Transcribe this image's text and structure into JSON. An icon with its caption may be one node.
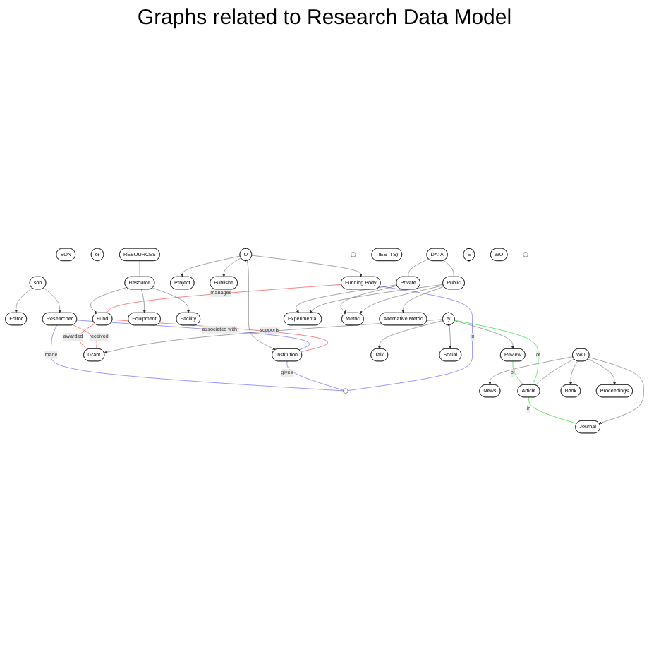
{
  "diagram": {
    "title": "Graphs related to Research Data Model",
    "nodes": [
      {
        "text": [
          "SON"
        ]
      },
      {
        "text": [
          "son"
        ]
      },
      {
        "text": [
          "Editor"
        ]
      },
      {
        "text": [
          "Researcher"
        ]
      },
      {
        "text": [
          "or"
        ]
      },
      {
        "text": [
          "RESOURCES"
        ]
      },
      {
        "text": [
          "Resource"
        ]
      },
      {
        "text": [
          "Fund"
        ]
      },
      {
        "text": [
          "Equipment"
        ]
      },
      {
        "text": [
          "Facility"
        ]
      },
      {
        "text": [
          "O"
        ]
      },
      {
        "text": [
          "Institution"
        ]
      },
      {
        "text": [
          "Project"
        ]
      },
      {
        "text": [
          "Publishe"
        ]
      },
      {
        "text": [
          "Funding Body"
        ]
      },
      {
        "text": [],
        "shape": "circle"
      },
      {
        "text": [
          "Grant"
        ]
      },
      {
        "text": [
          "Review"
        ]
      },
      {
        "text": [
          "Talk"
        ]
      },
      {
        "text": [
          "Social"
        ]
      },
      {
        "text": [
          "ty"
        ]
      },
      {
        "text": [
          "TIES ITS)"
        ]
      },
      {
        "text": [],
        "shape": "circle"
      },
      {
        "text": [
          "Experimental"
        ]
      },
      {
        "text": [
          "Metric"
        ]
      },
      {
        "text": [
          "Alternative Metric"
        ]
      },
      {
        "text": [
          "Private"
        ]
      },
      {
        "text": [
          "Public"
        ]
      },
      {
        "text": [
          "DATA"
        ]
      },
      {
        "text": [
          "News"
        ]
      },
      {
        "text": [
          "E"
        ]
      },
      {
        "text": [
          "Article"
        ]
      },
      {
        "text": [
          "Journal"
        ]
      },
      {
        "text": [
          "WO"
        ]
      },
      {
        "text": [
          "Book"
        ]
      },
      {
        "text": [
          "Proceedings"
        ]
      },
      {
        "text": [
          "WO"
        ]
      },
      {
        "text": [],
        "shape": "circle"
      }
    ],
    "edges": [
      {
        "from": 1,
        "to": 2,
        "arrow": "to"
      },
      {
        "from": 1,
        "to": 3,
        "arrow": "to"
      },
      {
        "from": 5,
        "to": 6,
        "arrow": "none"
      },
      {
        "from": 6,
        "to": 7,
        "arrow": "to"
      },
      {
        "from": 6,
        "to": 8,
        "arrow": "to"
      },
      {
        "from": 6,
        "to": 9,
        "arrow": "to"
      },
      {
        "from": 10,
        "to": 11,
        "arrow": "to"
      },
      {
        "from": 10,
        "to": 12,
        "arrow": "to"
      },
      {
        "from": 10,
        "to": 14,
        "arrow": "to"
      },
      {
        "from": 10,
        "to": 13,
        "arrow": "to"
      },
      {
        "from": 3,
        "to": 11,
        "arrow": "none",
        "label": "associated with",
        "color": "#6666ff"
      },
      {
        "from": 7,
        "to": 11,
        "arrow": "none",
        "label": "supports",
        "color": "#ff4444"
      },
      {
        "from": 14,
        "to": 7,
        "arrow": "none",
        "label": "manages",
        "color": "#ff4444"
      },
      {
        "from": 7,
        "to": 16,
        "arrow": "none",
        "label": "awarded",
        "color": "#ff4444"
      },
      {
        "from": 3,
        "to": 16,
        "arrow": "none",
        "label": "received",
        "color": "#ff4444"
      },
      {
        "from": 3,
        "to": 22,
        "arrow": "none",
        "label": "made",
        "color": "#6666ff"
      },
      {
        "from": 11,
        "to": 22,
        "arrow": "none",
        "label": "gives",
        "color": "#6666ff"
      },
      {
        "from": 14,
        "to": 22,
        "arrow": "none",
        "label": "to",
        "color": "#6666ff"
      },
      {
        "from": 20,
        "to": 16,
        "arrow": "to"
      },
      {
        "from": 20,
        "to": 17,
        "arrow": "to"
      },
      {
        "from": 20,
        "to": 18,
        "arrow": "to"
      },
      {
        "from": 20,
        "to": 19,
        "arrow": "to"
      },
      {
        "from": 17,
        "to": 31,
        "arrow": "none",
        "label": "of",
        "color": "#22dd22"
      },
      {
        "from": 20,
        "to": 31,
        "arrow": "none",
        "label": "of",
        "color": "#22dd22"
      },
      {
        "from": 31,
        "to": 32,
        "arrow": "none",
        "label": "in",
        "color": "#22dd22"
      },
      {
        "from": 26,
        "to": 23,
        "arrow": "to"
      },
      {
        "from": 26,
        "to": 24,
        "arrow": "to"
      },
      {
        "from": 27,
        "to": 23,
        "arrow": "to"
      },
      {
        "from": 27,
        "to": 24,
        "arrow": "to"
      },
      {
        "from": 27,
        "to": 25,
        "arrow": "to"
      },
      {
        "from": 28,
        "to": 26,
        "arrow": "none"
      },
      {
        "from": 28,
        "to": 27,
        "arrow": "none"
      },
      {
        "from": 33,
        "to": 29,
        "arrow": "to"
      },
      {
        "from": 33,
        "to": 31,
        "arrow": "none"
      },
      {
        "from": 33,
        "to": 32,
        "arrow": "to"
      },
      {
        "from": 33,
        "to": 34,
        "arrow": "to"
      },
      {
        "from": 33,
        "to": 35,
        "arrow": "to"
      }
    ]
  }
}
